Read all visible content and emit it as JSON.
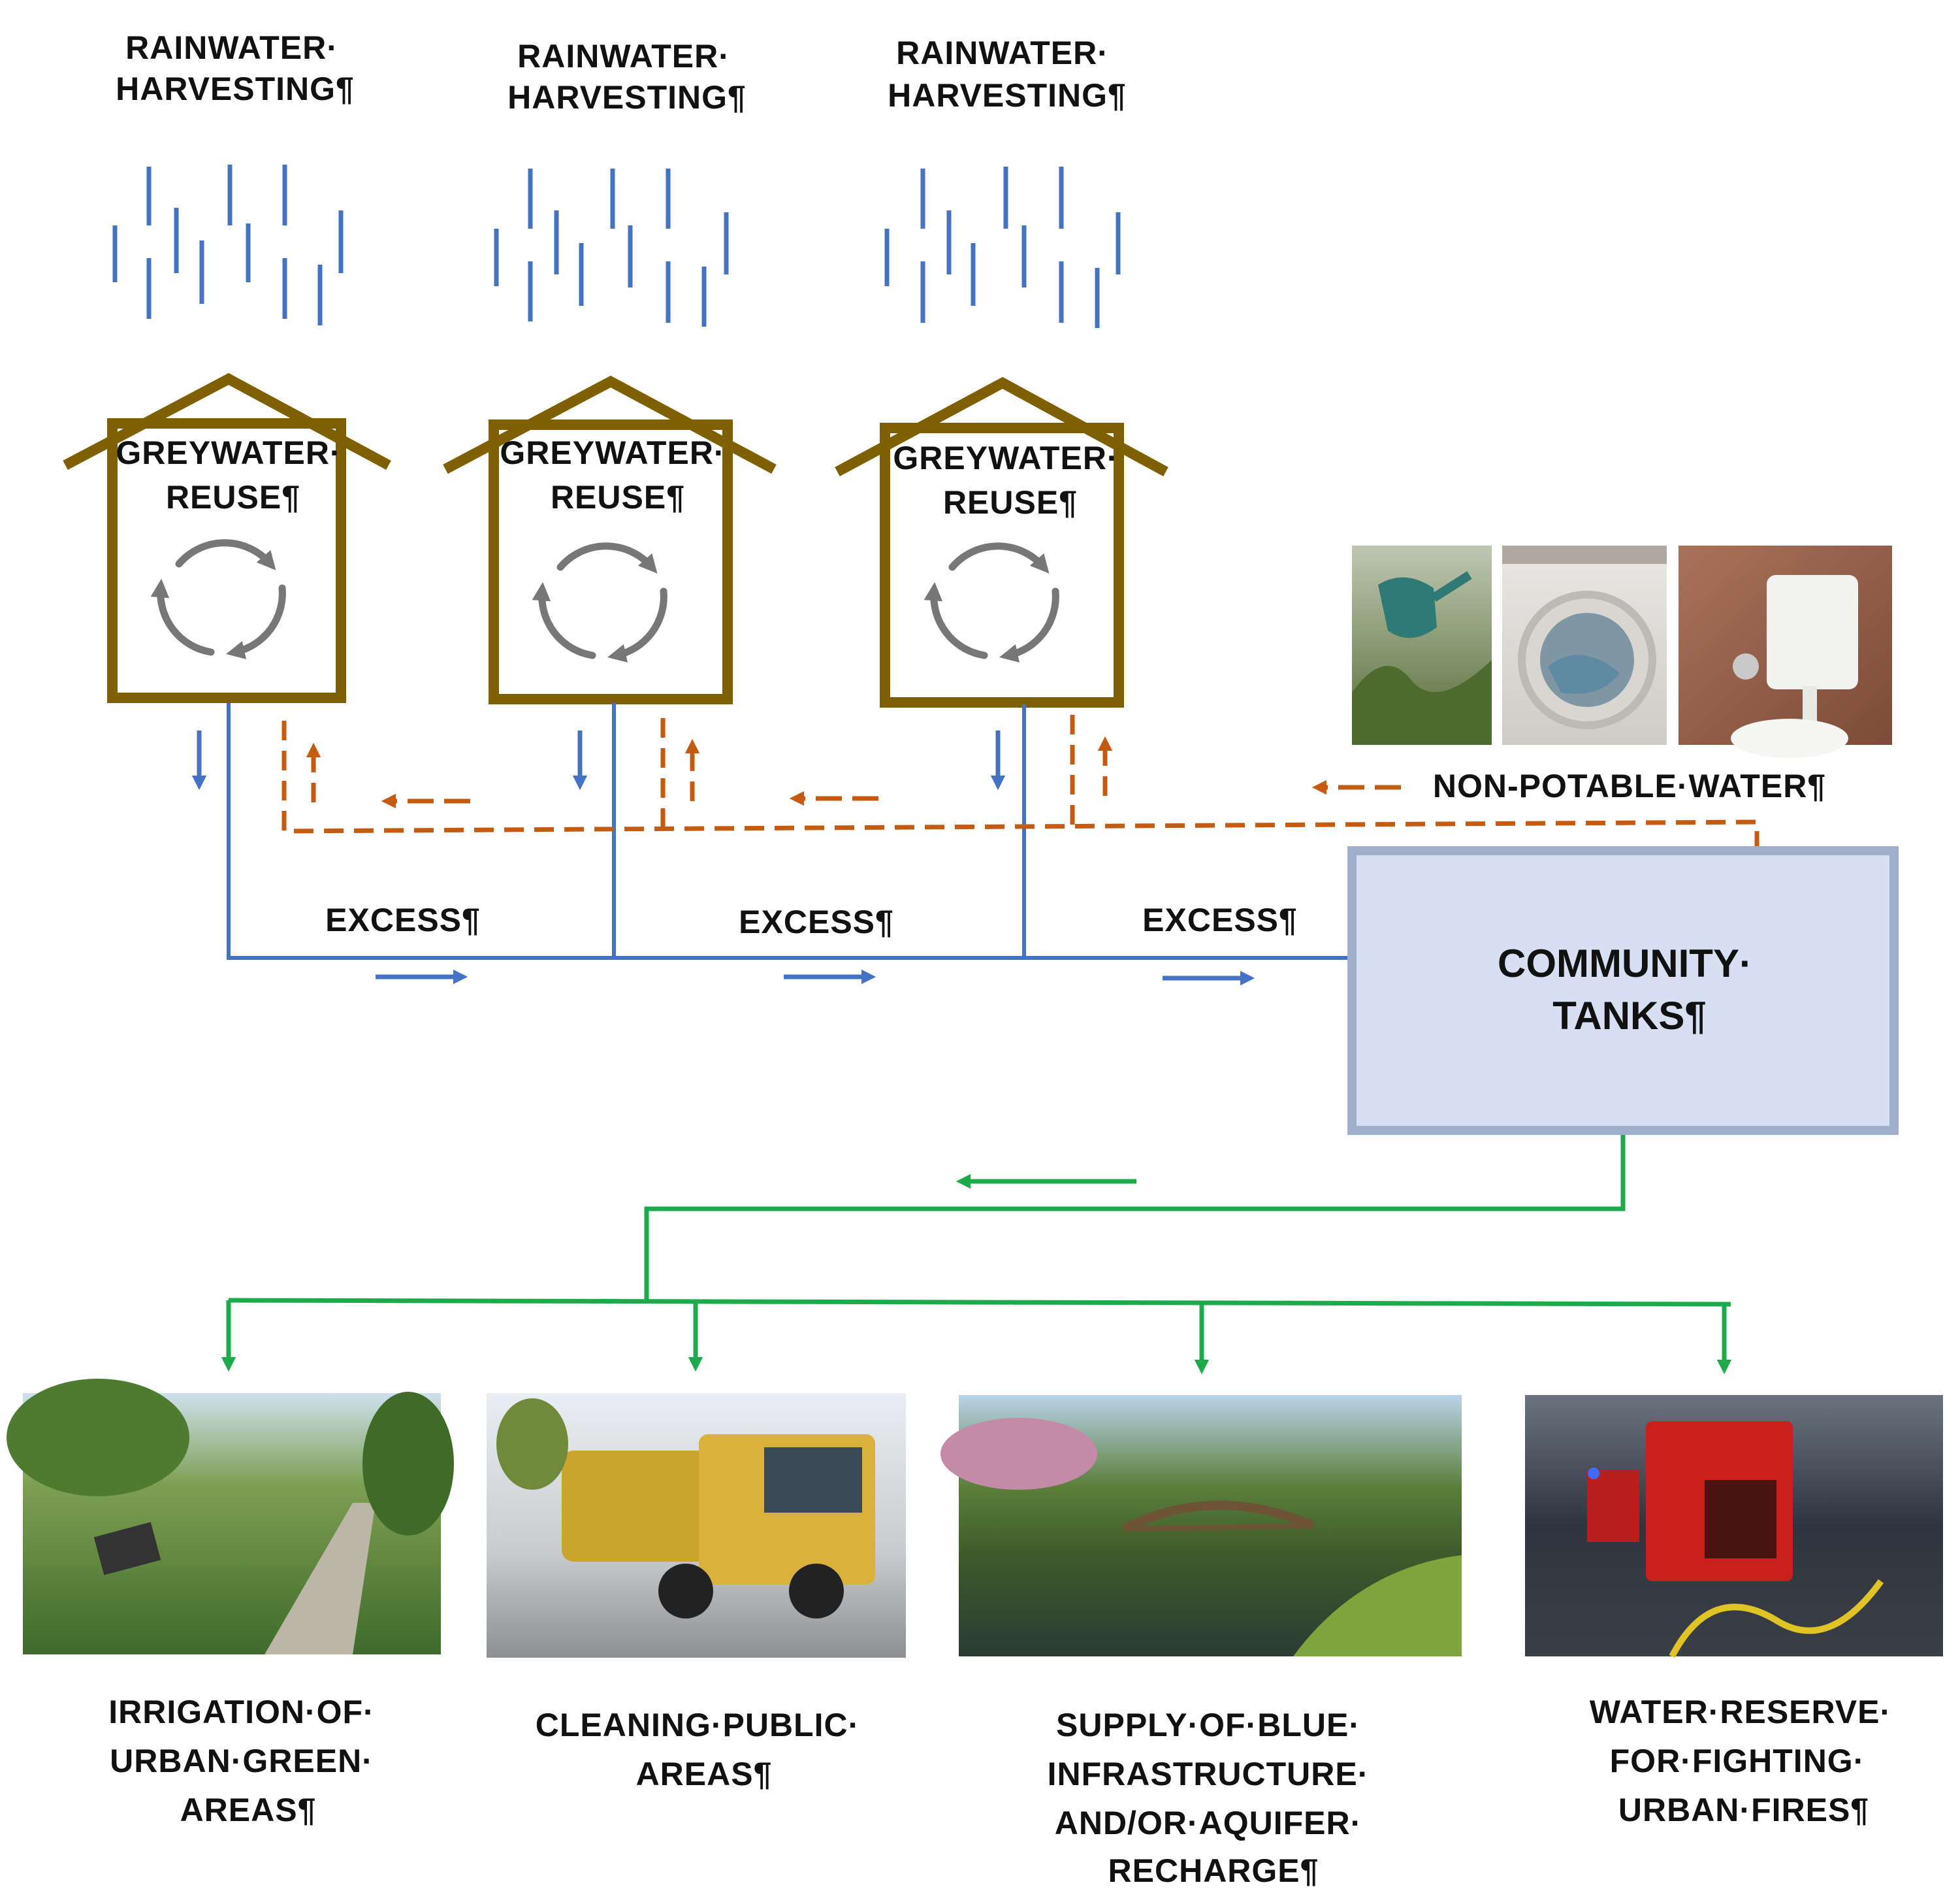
{
  "diagram": {
    "houses": [
      {
        "rain_label": [
          "RAINWATER·",
          "HARVESTING¶"
        ],
        "reuse_label": [
          "GREYWATER·",
          "REUSE¶"
        ]
      },
      {
        "rain_label": [
          "RAINWATER·",
          "HARVESTING¶"
        ],
        "reuse_label": [
          "GREYWATER·",
          "REUSE¶"
        ]
      },
      {
        "rain_label": [
          "RAINWATER·",
          "HARVESTING¶"
        ],
        "reuse_label": [
          "GREYWATER·",
          "REUSE¶"
        ]
      }
    ],
    "excess_label": "EXCESS¶",
    "non_potable_label": "NON-POTABLE·WATER¶",
    "tank_label": [
      "COMMUNITY·",
      "TANKS¶"
    ],
    "uses": [
      {
        "label": [
          "IRRIGATION·OF·",
          "URBAN·GREEN·",
          "AREAS¶"
        ],
        "photo": "park-path-photo"
      },
      {
        "label": [
          "CLEANING·PUBLIC·",
          "AREAS¶"
        ],
        "photo": "street-cleaning-truck-photo"
      },
      {
        "label": [
          "SUPPLY·OF·BLUE·",
          "INFRASTRUCTURE·",
          "AND/OR·AQUIFER·",
          "RECHARGE¶"
        ],
        "photo": "pond-bridge-photo"
      },
      {
        "label": [
          "WATER·RESERVE·",
          "FOR·FIGHTING·",
          "URBAN·FIRES¶"
        ],
        "photo": "fire-truck-photo"
      }
    ],
    "appliance_photos": [
      "watering-can-photo",
      "washing-machine-photo",
      "toilet-cistern-photo"
    ],
    "colors": {
      "rain": "#4472C4",
      "house": "#7F6000",
      "recycle": "#777777",
      "greywater_flow": "#C55A11",
      "tank_fill": "#D6E0F2",
      "tank_border": "#9DAFCB",
      "distribution": "#1DAA4A"
    }
  }
}
